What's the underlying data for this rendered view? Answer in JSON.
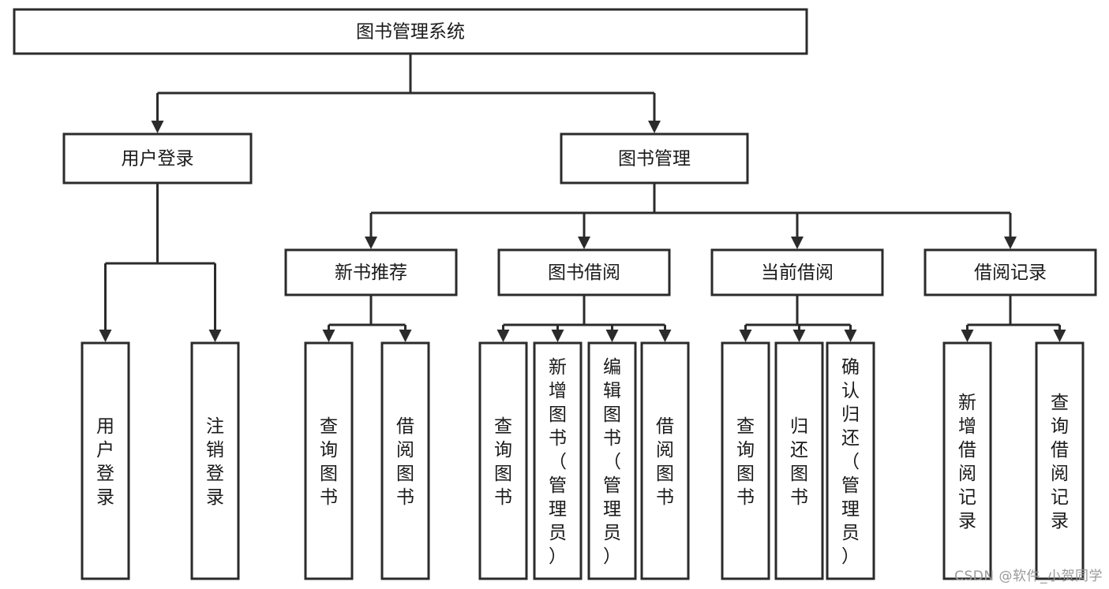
{
  "diagram": {
    "title": "图书管理系统",
    "type": "tree-hierarchy",
    "orientation": "top-down",
    "colors": {
      "stroke": "#2b2b2b",
      "fill": "#ffffff",
      "text": "#1a1a1a",
      "background": "#ffffff",
      "watermark": "#9a9a9a"
    },
    "levels": [
      {
        "level": 1,
        "nodes": [
          {
            "id": "root",
            "label": "图书管理系统",
            "orientation": "horizontal"
          }
        ]
      },
      {
        "level": 2,
        "nodes": [
          {
            "id": "login",
            "label": "用户登录",
            "orientation": "horizontal",
            "parent": "root"
          },
          {
            "id": "bookmgmt",
            "label": "图书管理",
            "orientation": "horizontal",
            "parent": "root"
          }
        ]
      },
      {
        "level": 3,
        "nodes": [
          {
            "id": "newbook",
            "label": "新书推荐",
            "orientation": "horizontal",
            "parent": "bookmgmt"
          },
          {
            "id": "borrow",
            "label": "图书借阅",
            "orientation": "horizontal",
            "parent": "bookmgmt"
          },
          {
            "id": "current",
            "label": "当前借阅",
            "orientation": "horizontal",
            "parent": "bookmgmt"
          },
          {
            "id": "records",
            "label": "借阅记录",
            "orientation": "horizontal",
            "parent": "bookmgmt"
          }
        ]
      },
      {
        "level": 4,
        "nodes": [
          {
            "id": "leaf-1",
            "label": "用户登录",
            "orientation": "vertical",
            "parent": "login"
          },
          {
            "id": "leaf-2",
            "label": "注销登录",
            "orientation": "vertical",
            "parent": "login"
          },
          {
            "id": "leaf-3",
            "label": "查询图书",
            "orientation": "vertical",
            "parent": "newbook"
          },
          {
            "id": "leaf-4",
            "label": "借阅图书",
            "orientation": "vertical",
            "parent": "newbook"
          },
          {
            "id": "leaf-5",
            "label": "查询图书",
            "orientation": "vertical",
            "parent": "borrow"
          },
          {
            "id": "leaf-6",
            "label": "新增图书（管理员）",
            "orientation": "vertical",
            "parent": "borrow"
          },
          {
            "id": "leaf-7",
            "label": "编辑图书（管理员）",
            "orientation": "vertical",
            "parent": "borrow"
          },
          {
            "id": "leaf-8",
            "label": "借阅图书",
            "orientation": "vertical",
            "parent": "borrow"
          },
          {
            "id": "leaf-9",
            "label": "查询图书",
            "orientation": "vertical",
            "parent": "current"
          },
          {
            "id": "leaf-10",
            "label": "归还图书",
            "orientation": "vertical",
            "parent": "current"
          },
          {
            "id": "leaf-11",
            "label": "确认归还（管理员）",
            "orientation": "vertical",
            "parent": "current"
          },
          {
            "id": "leaf-12",
            "label": "新增借阅记录",
            "orientation": "vertical",
            "parent": "records"
          },
          {
            "id": "leaf-13",
            "label": "查询借阅记录",
            "orientation": "vertical",
            "parent": "records"
          }
        ]
      }
    ]
  },
  "watermark": {
    "text": "CSDN @软件_小贺同学"
  }
}
